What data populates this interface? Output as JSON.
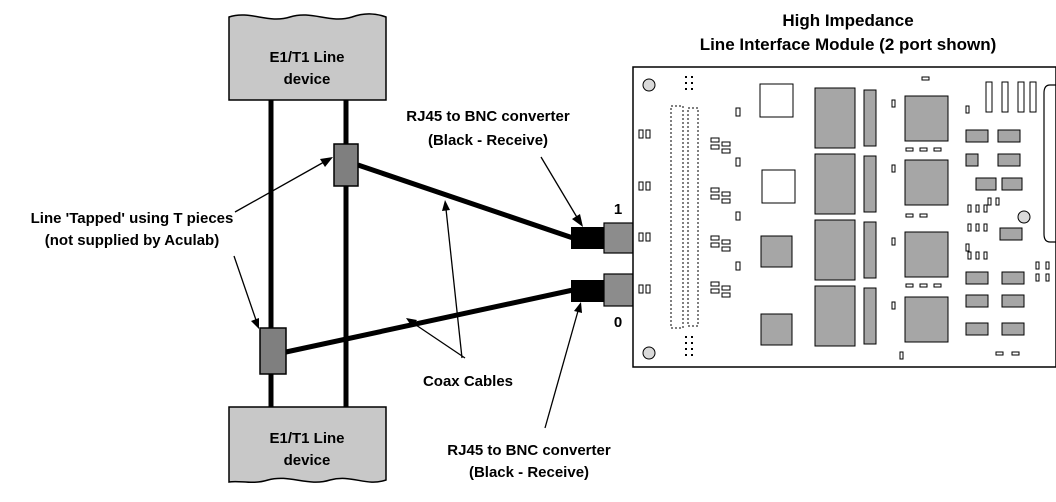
{
  "module": {
    "title_line1": "High Impedance",
    "title_line2": "Line Interface Module (2 port shown)",
    "port_top": "1",
    "port_bottom": "0"
  },
  "devices": {
    "top_line1": "E1/T1 Line",
    "top_line2": "device",
    "bottom_line1": "E1/T1 Line",
    "bottom_line2": "device"
  },
  "labels": {
    "converter_top_line1": "RJ45 to BNC converter",
    "converter_top_line2": "(Black - Receive)",
    "tapped_line1": "Line 'Tapped' using T pieces",
    "tapped_line2": "(not supplied by Aculab)",
    "coax": "Coax Cables",
    "converter_bottom_line1": "RJ45 to BNC converter",
    "converter_bottom_line2": "(Black - Receive)"
  },
  "colors": {
    "device_fill": "#c8c8c8",
    "tpiece_fill": "#7f7f7f",
    "connector_fill": "#8c8c8c",
    "chip_fill": "#a6a6a6",
    "line": "#000000"
  }
}
